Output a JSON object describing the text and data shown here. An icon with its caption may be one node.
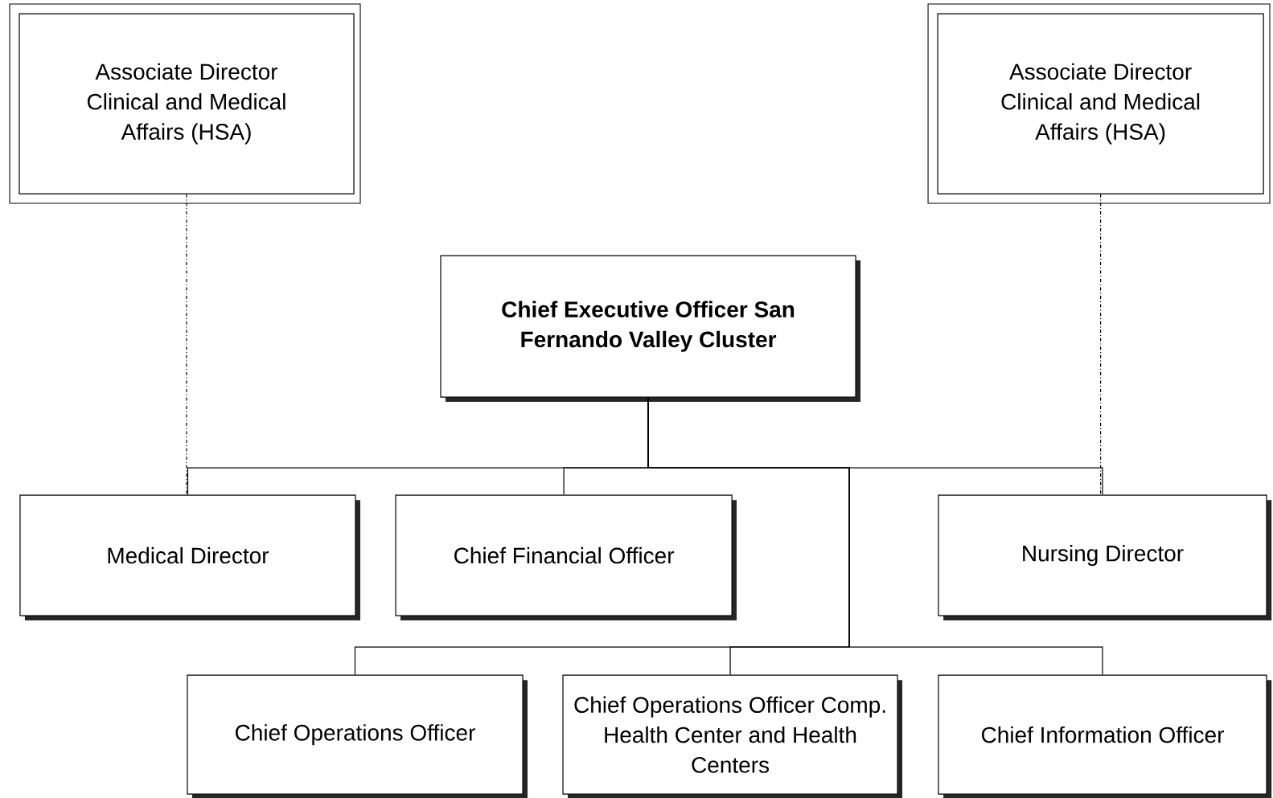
{
  "diagram": {
    "nodes": [
      {
        "text": [
          "Associate Director Clinical and Medical Affairs (HSA)"
        ]
      },
      {
        "text": [
          "Associate Director Clinical and Medical Affairs (HSA)"
        ]
      },
      {
        "text": [
          "**Chief Executive Officer San Fernando Valley Cluster**"
        ]
      },
      {
        "text": [
          "Medical Director"
        ]
      },
      {
        "text": [
          "Chief Financial Officer"
        ]
      },
      {
        "text": [
          "Nursing Director"
        ]
      },
      {
        "text": [
          "Chief Operations Officer"
        ]
      },
      {
        "text": [
          "Chief Operations Officer Comp. Health Center and Health Centers"
        ]
      },
      {
        "text": [
          "Chief Information Officer"
        ]
      }
    ],
    "edges": [
      {
        "from": 2,
        "to": 3,
        "arrow": "none"
      },
      {
        "from": 2,
        "to": 4,
        "arrow": "none"
      },
      {
        "from": 2,
        "to": 5,
        "arrow": "none"
      },
      {
        "from": 2,
        "to": 6,
        "arrow": "none"
      },
      {
        "from": 2,
        "to": 7,
        "arrow": "none"
      },
      {
        "from": 2,
        "to": 8,
        "arrow": "none"
      },
      {
        "from": 0,
        "to": 3,
        "arrow": "none",
        "style": "dashed"
      },
      {
        "from": 1,
        "to": 5,
        "arrow": "none",
        "style": "dashed"
      }
    ]
  }
}
